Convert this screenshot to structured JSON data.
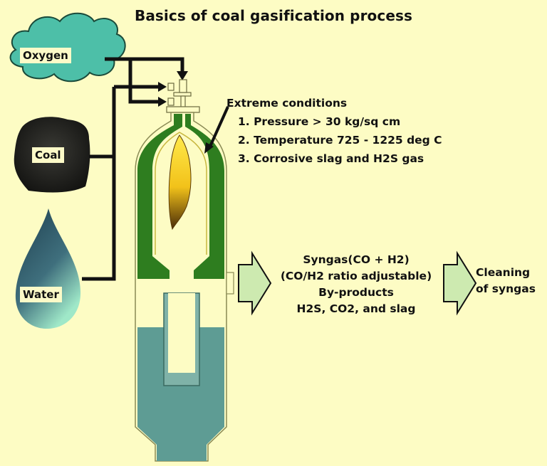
{
  "title": "Basics of coal gasification process",
  "inputs": {
    "oxygen": "Oxygen",
    "coal": "Coal",
    "water": "Water"
  },
  "conditions": {
    "heading": "Extreme conditions",
    "items": [
      "1. Pressure > 30 kg/sq cm",
      "2. Temperature 725 - 1225 deg C",
      "3. Corrosive slag and H2S gas"
    ]
  },
  "outputs": {
    "lines": [
      "Syngas(CO + H2)",
      "(CO/H2 ratio adjustable)",
      "By-products",
      "H2S, CO2, and slag"
    ],
    "next_step": [
      "Cleaning",
      "of syngas"
    ]
  },
  "colors": {
    "background": "#fdfcc4",
    "refractory_green": "#2e7d1f",
    "water_teal": "#5e9c94",
    "arrow_fill": "#cdeab0",
    "cloud_teal": "#4dbfa8"
  }
}
